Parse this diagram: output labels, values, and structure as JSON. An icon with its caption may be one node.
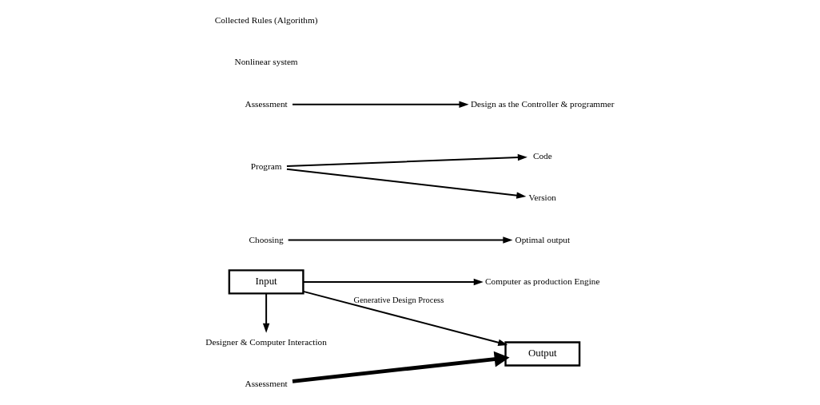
{
  "diagram": {
    "nodes": [
      {
        "text": [
          "Computer as production Engine"
        ]
      },
      {
        "text": [
          "Input"
        ]
      },
      {
        "text": [
          "Output"
        ]
      },
      {
        "text": [
          "Assessment"
        ]
      },
      {
        "text": [
          "Choosing"
        ]
      },
      {
        "text": [
          "Optimal output"
        ]
      },
      {
        "text": [
          "Code"
        ]
      },
      {
        "text": [
          "Version"
        ]
      },
      {
        "text": [
          "Program"
        ]
      },
      {
        "text": [
          "Assessment"
        ]
      },
      {
        "text": [
          "Designer & Computer Interaction"
        ]
      },
      {
        "text": [
          "Design as the Controller & programmer"
        ]
      }
    ],
    "edges": [
      {
        "from": 1,
        "to": 0,
        "arrow": "to"
      },
      {
        "from": 1,
        "to": 2,
        "arrow": "to",
        "label": "Generative Design Process"
      },
      {
        "from": 3,
        "to": 2,
        "arrow": "to",
        "style": "thick"
      },
      {
        "from": 4,
        "to": 5,
        "arrow": "to"
      },
      {
        "from": 8,
        "to": 6,
        "arrow": "to"
      },
      {
        "from": 8,
        "to": 7,
        "arrow": "to"
      },
      {
        "from": 1,
        "to": 10,
        "arrow": "to"
      },
      {
        "from": 9,
        "to": 11,
        "arrow": "to"
      }
    ],
    "labels": [
      "Nonlinear system",
      "Collected Rules (Algorithm)"
    ]
  }
}
